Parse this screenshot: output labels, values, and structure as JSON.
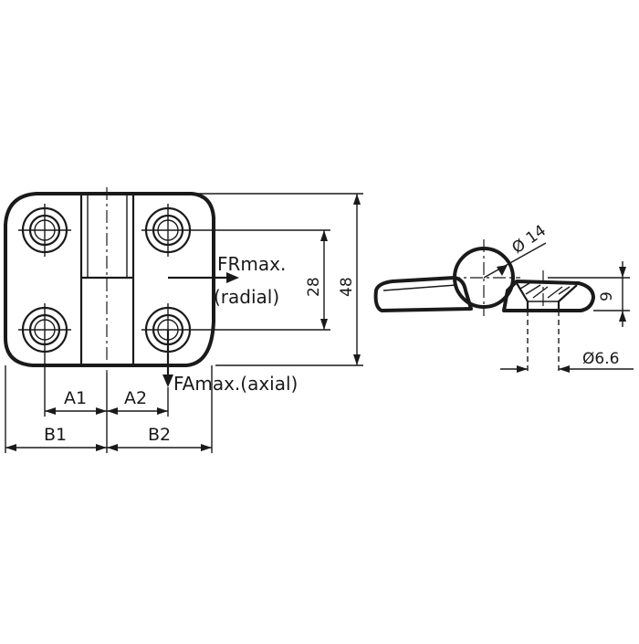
{
  "labels": {
    "fr": "FRmax.",
    "radial": "(radial)",
    "fa": "FAmax.(axial)",
    "a1": "A1",
    "a2": "A2",
    "b1": "B1",
    "b2": "B2"
  },
  "dimensions": {
    "d28": "28",
    "d48": "48",
    "d9": "9",
    "dia14": "Ø 14",
    "dia66": "Ø6.6"
  }
}
